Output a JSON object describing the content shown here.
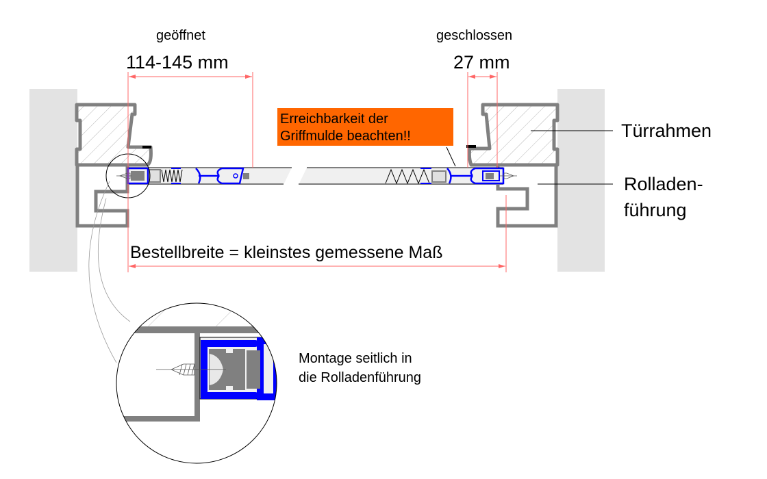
{
  "labels": {
    "open_title": "geöffnet",
    "open_dim": "114-145 mm",
    "closed_title": "geschlossen",
    "closed_dim": "27 mm",
    "warning_line1": "Erreichbarkeit der",
    "warning_line2": "Griffmulde beachten!!",
    "door_frame": "Türrahmen",
    "guide_line1": "Rolladen-",
    "guide_line2": "führung",
    "order_width": "Bestellbreite = kleinstes gemessene Maß",
    "mount_line1": "Montage seitlich in",
    "mount_line2": "die Rolladenführung"
  },
  "colors": {
    "dimension": "#ff6666",
    "warning_bg": "#ff6600",
    "profile": "#0000ff",
    "frame": "#808080",
    "wall": "#e3e3e3"
  }
}
